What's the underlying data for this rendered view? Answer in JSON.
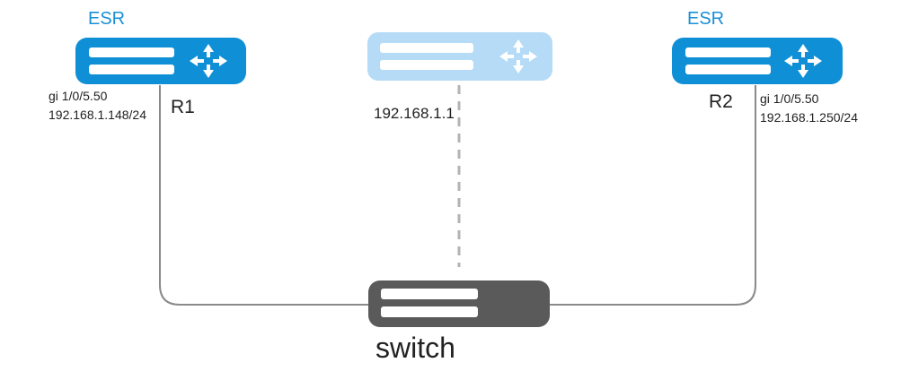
{
  "colors": {
    "router": "#0e8fd6",
    "virtual_router": "#b5dbf6",
    "switch": "#5a5a5a",
    "link": "#8a8a8a",
    "virtual_link": "#b3b3b3",
    "brand_text": "#1a8fd6"
  },
  "r1": {
    "brand": "ESR",
    "name": "R1",
    "iface": "gi 1/0/5.50",
    "ip": "192.168.1.148/24",
    "icon": "router-arrows-icon"
  },
  "virtual": {
    "ip": "192.168.1.1",
    "icon": "router-arrows-icon"
  },
  "r2": {
    "brand": "ESR",
    "name": "R2",
    "iface": "gi 1/0/5.50",
    "ip": "192.168.1.250/24",
    "icon": "router-arrows-icon"
  },
  "switch": {
    "label": "switch"
  }
}
